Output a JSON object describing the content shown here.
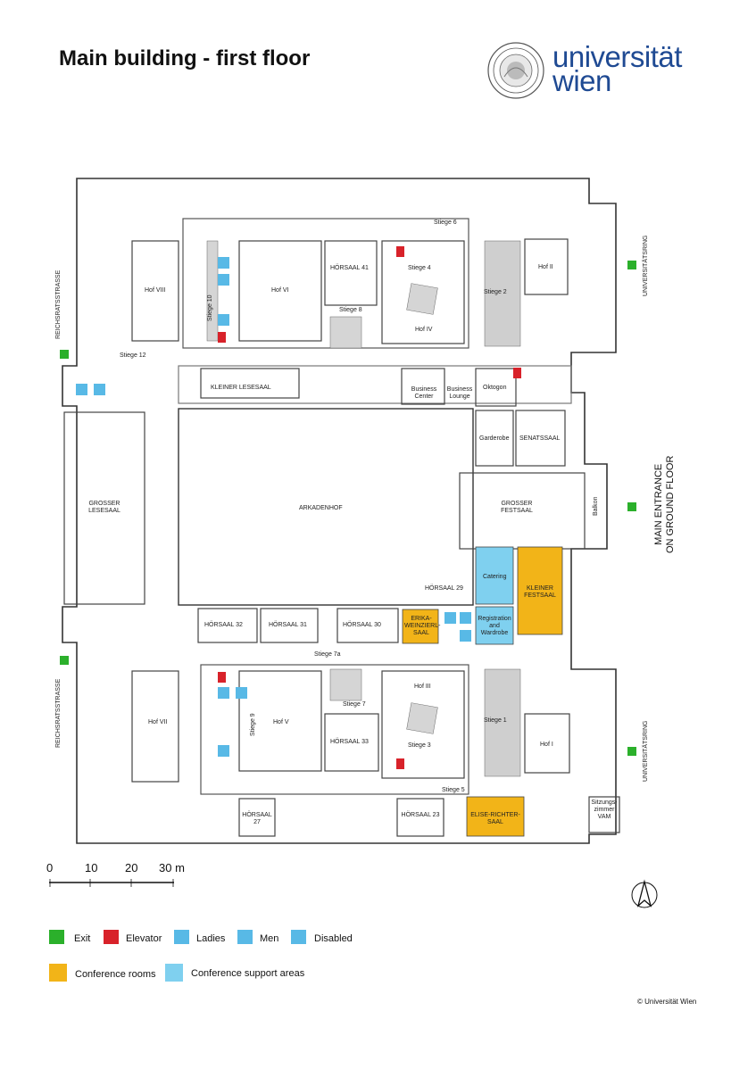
{
  "title": "Main building - first floor",
  "logo": {
    "line1": "universität",
    "line2": "wien"
  },
  "rooms": {
    "stiege6": "Stiege 6",
    "hof_viii": "Hof VIII",
    "stiege10": "Stiege 10",
    "hof_vi": "Hof VI",
    "hoersaal41": "HÖRSAAL 41",
    "stiege8": "Stiege 8",
    "stiege4": "Stiege 4",
    "hof_iv": "Hof IV",
    "stiege2": "Stiege 2",
    "hof_ii": "Hof II",
    "stiege12": "Stiege 12",
    "kleiner_lesesaal": "KLEINER LESESAAL",
    "business_center": "Business Center",
    "business_lounge": "Business Lounge",
    "oktogon": "Oktogon",
    "garderobe": "Garderobe",
    "senatssaal": "SENATSSAAL",
    "grosser_lesesaal": "GROSSER LESESAAL",
    "arkadenhof": "ARKADENHOF",
    "grosser_festsaal": "GROSSER FESTSAAL",
    "balkon": "Balkon",
    "catering": "Catering",
    "kleiner_festsaal": "KLEINER FESTSAAL",
    "hoersaal29": "HÖRSAAL 29",
    "hoersaal32": "HÖRSAAL 32",
    "hoersaal31": "HÖRSAAL 31",
    "hoersaal30": "HÖRSAAL 30",
    "erika": "ERIKA-WEINZIERL-SAAL",
    "registration": "Registration and Wardrobe",
    "stiege7a": "Stiege 7a",
    "hof_vii": "Hof VII",
    "stiege9": "Stiege 9",
    "hof_v": "Hof V",
    "stiege7": "Stiege 7",
    "hoersaal33": "HÖRSAAL 33",
    "hof_iii": "Hof III",
    "stiege3": "Stiege 3",
    "stiege1": "Stiege 1",
    "hof_i": "Hof I",
    "stiege5": "Stiege 5",
    "hoersaal27": "HÖRSAAL 27",
    "hoersaal23": "HÖRSAAL 23",
    "elise": "ELISE-RICHTER-SAAL",
    "sitzungszimmer": "Sitzungs-zimmer VAM"
  },
  "streets": {
    "reichsratsstrasse": "REICHSRATSSTRASSE",
    "universitaetsring": "UNIVERSITÄTSRING"
  },
  "main_entrance": {
    "line1": "MAIN ENTRANCE",
    "line2": "ON GROUND FLOOR"
  },
  "scale": {
    "labels": [
      "0",
      "10",
      "20",
      "30 m"
    ]
  },
  "legend": {
    "exit": "Exit",
    "elevator": "Elevator",
    "ladies": "Ladies",
    "men": "Men",
    "disabled": "Disabled",
    "conference_rooms": "Conference rooms",
    "conference_support": "Conference support areas"
  },
  "colors": {
    "conference_rooms": "#f2b418",
    "conference_support": "#7fd0ef",
    "exit": "#2bb02b",
    "elevator": "#d8222a",
    "wc": "#58b9e6"
  },
  "copyright": "© Universität Wien"
}
